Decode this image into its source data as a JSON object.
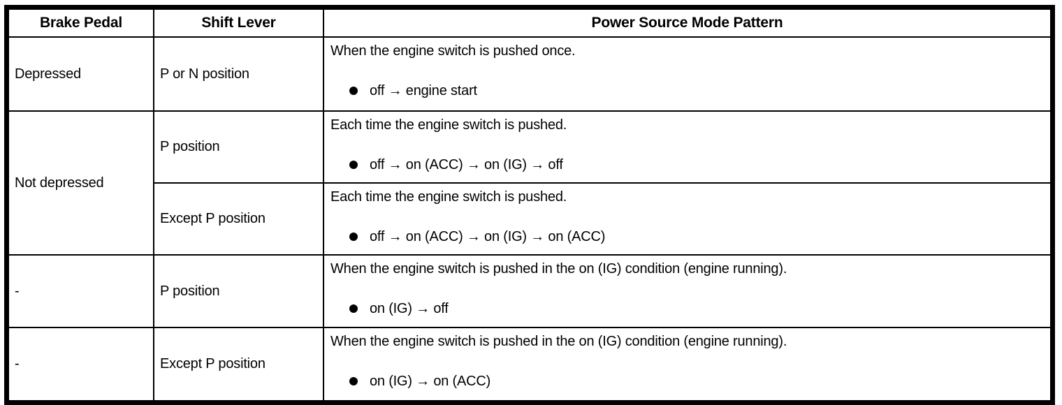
{
  "table": {
    "title_note": "Engine switch power source mode table",
    "headers": {
      "brake_pedal": "Brake Pedal",
      "shift_lever": "Shift Lever",
      "pattern": "Power Source Mode Pattern"
    },
    "rows": [
      {
        "brake_pedal": "Depressed",
        "shift_lever": "P or N position",
        "condition": "When the engine switch is pushed once.",
        "sequence": "off → engine start"
      },
      {
        "brake_pedal": "Not depressed",
        "shift_lever": "P position",
        "condition": "Each time the engine switch is pushed.",
        "sequence": "off → on (ACC) → on (IG) → off"
      },
      {
        "shift_lever": "Except P position",
        "condition": "Each time the engine switch is pushed.",
        "sequence": "off → on (ACC) → on (IG) → on (ACC)"
      },
      {
        "brake_pedal": "-",
        "shift_lever": "P position",
        "condition": "When the engine switch is pushed in the on (IG) condition (engine running).",
        "sequence": "on (IG) → off"
      },
      {
        "brake_pedal": "-",
        "shift_lever": "Except P position",
        "condition": "When the engine switch is pushed in the on (IG) condition (engine running).",
        "sequence": "on (IG) → on (ACC)"
      }
    ],
    "colors": {
      "border": "#000000",
      "text": "#000000",
      "background": "#ffffff"
    }
  }
}
